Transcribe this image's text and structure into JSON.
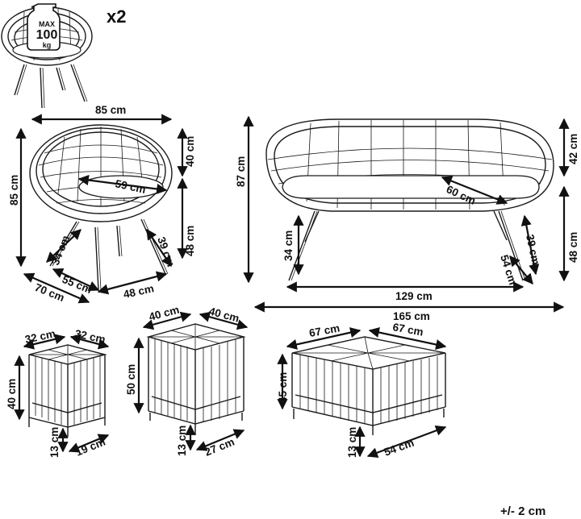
{
  "quantity": "x2",
  "max_load": {
    "prefix": "MAX",
    "value": "100",
    "unit": "kg"
  },
  "chair": {
    "width": "85 cm",
    "height": "85 cm",
    "back_height": "40 cm",
    "seat_width": "59 cm",
    "seat_height": "48 cm",
    "leg_width": "34 cm",
    "leg_span": "39 cm",
    "depth_a": "70 cm",
    "depth_b": "55 cm",
    "depth_c": "48 cm"
  },
  "sofa": {
    "height": "87 cm",
    "back_height": "42 cm",
    "cushion_depth": "60 cm",
    "seat_height": "48 cm",
    "leg_height": "34 cm",
    "leg_span": "39 cm",
    "leg_depth": "54 cm",
    "inner_width": "129 cm",
    "total_width": "165 cm"
  },
  "small_table": {
    "width": "32 cm",
    "depth": "32 cm",
    "height": "40 cm",
    "leg": "13 cm",
    "base": "19 cm"
  },
  "medium_table": {
    "width": "40 cm",
    "depth": "40 cm",
    "height": "50 cm",
    "leg": "13 cm",
    "base": "27 cm"
  },
  "large_table": {
    "width": "67 cm",
    "depth": "67 cm",
    "height": "45 cm",
    "leg": "13 cm",
    "base": "54 cm"
  },
  "tolerance": "+/- 2 cm"
}
